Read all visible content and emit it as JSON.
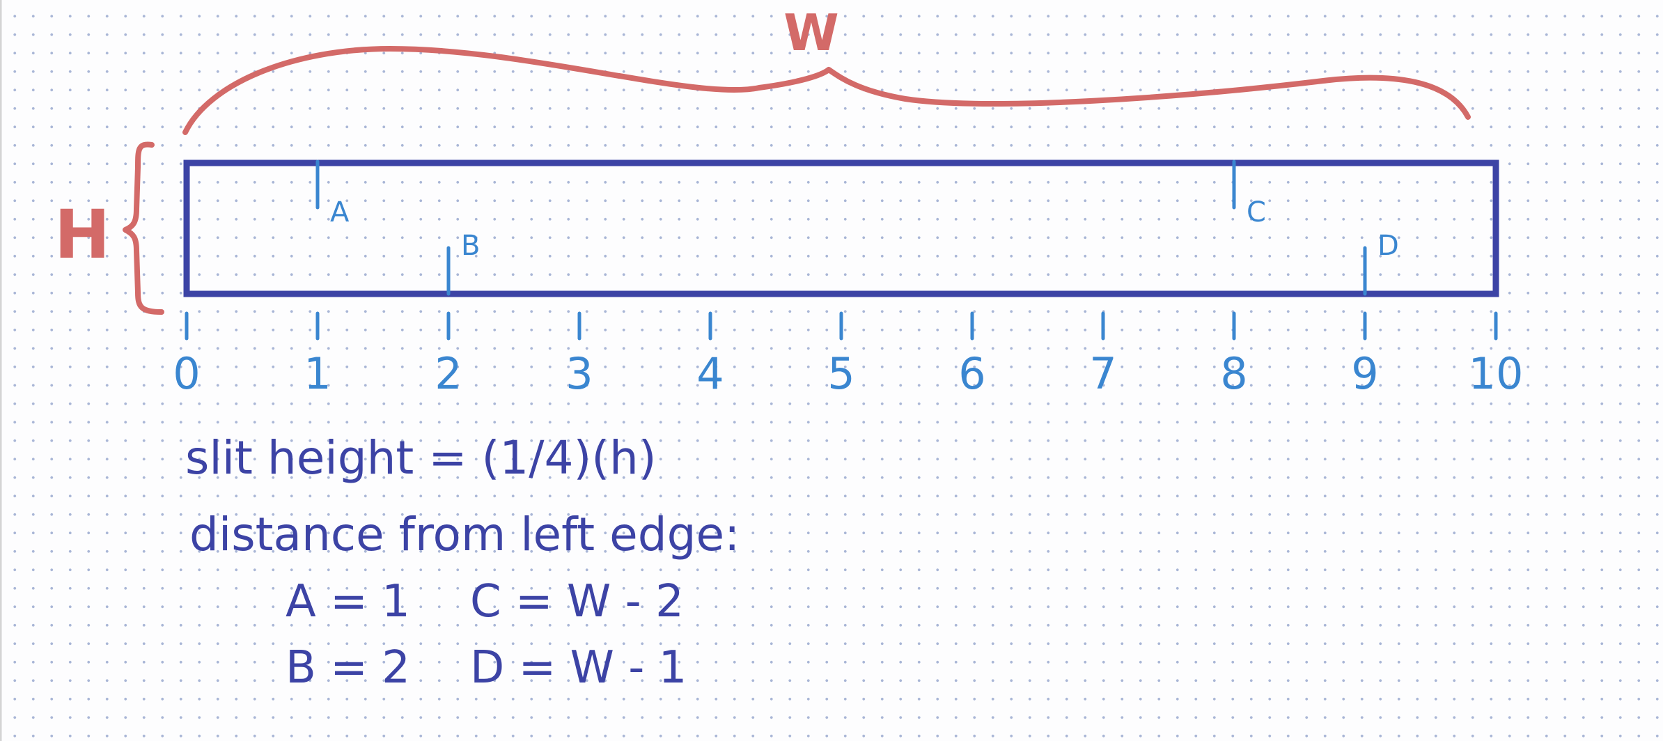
{
  "dimensions": {
    "width_label": "W",
    "height_label": "H"
  },
  "colors": {
    "dimension_ink": "#d36a68",
    "tick_ink": "#3a86d0",
    "box_ink": "#3c43a5",
    "note_ink": "#3c43a5",
    "grid_dot": "#a9b6d6"
  },
  "scale": {
    "ticks": [
      "0",
      "1",
      "2",
      "3",
      "4",
      "5",
      "6",
      "7",
      "8",
      "9",
      "10"
    ]
  },
  "slits": [
    {
      "label": "A",
      "position": 1,
      "edge": "top"
    },
    {
      "label": "B",
      "position": 2,
      "edge": "bottom"
    },
    {
      "label": "C",
      "position": 8,
      "edge": "top"
    },
    {
      "label": "D",
      "position": 9,
      "edge": "bottom"
    }
  ],
  "notes": {
    "slit_height": "slit height = (1/4)(h)",
    "distance_heading": "distance from left edge:",
    "a": "A = 1",
    "b": "B = 2",
    "c": "C = W - 2",
    "d": "D = W - 1"
  }
}
